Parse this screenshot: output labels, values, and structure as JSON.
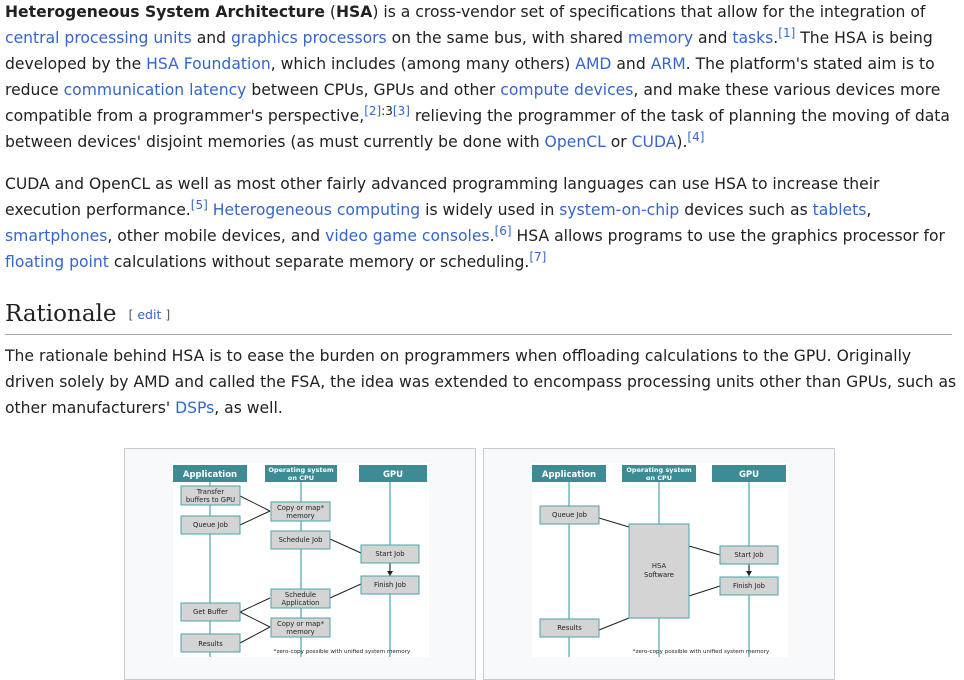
{
  "intro": {
    "p1": {
      "b1": "Heterogeneous System Architecture",
      "t1": " (",
      "b2": "HSA",
      "t2": ") is a cross-vendor set of specifications that allow for the integration of ",
      "l1": "central processing units",
      "t3": " and ",
      "l2": "graphics processors",
      "t4": " on the same bus, with shared ",
      "l3": "memory",
      "t5": " and ",
      "l4": "tasks",
      "t6": ".",
      "r1": "[1]",
      "t7": " The HSA is being developed by the ",
      "l5": "HSA Foundation",
      "t8": ", which includes (among many others) ",
      "l6": "AMD",
      "t9": " and ",
      "l7": "ARM",
      "t10": ". The platform's stated aim is to reduce ",
      "l8": "communication latency",
      "t11": " between CPUs, GPUs and other ",
      "l9": "compute devices",
      "t12": ", and make these various devices more compatible from a programmer's perspective,",
      "r2": "[2]",
      "r2b": ":3",
      "r3": "[3]",
      "t13": " relieving the programmer of the task of planning the moving of data between devices' disjoint memories (as must currently be done with ",
      "l10": "OpenCL",
      "t14": " or ",
      "l11": "CUDA",
      "t15": ").",
      "r4": "[4]"
    },
    "p2": {
      "t1": "CUDA and OpenCL as well as most other fairly advanced programming languages can use HSA to increase their execution performance.",
      "r5": "[5]",
      "t2": " ",
      "l1": "Heterogeneous computing",
      "t3": " is widely used in ",
      "l2": "system-on-chip",
      "t4": " devices such as ",
      "l3": "tablets",
      "t5": ", ",
      "l4": "smartphones",
      "t6": ", other mobile devices, and ",
      "l5": "video game consoles",
      "t7": ".",
      "r6": "[6]",
      "t8": " HSA allows programs to use the graphics processor for ",
      "l6": "floating point",
      "t9": " calculations without separate memory or scheduling.",
      "r7": "[7]"
    }
  },
  "rationale": {
    "heading": "Rationale",
    "edit_open": "[ ",
    "edit_label": "edit",
    "edit_close": " ]",
    "p": {
      "t1": "The rationale behind HSA is to ease the burden on programmers when offloading calculations to the GPU. Originally driven solely by AMD and called the FSA, the idea was extended to encompass processing units other than GPUs, such as other manufacturers' ",
      "l1": "DSPs",
      "t2": ", as well."
    }
  },
  "figures": {
    "col_app": "Application",
    "col_os1": "Operating system",
    "col_os2": "on CPU",
    "col_gpu": "GPU",
    "footnote": "*zero-copy possible with unified system memory",
    "left": {
      "transfer1": "Transfer",
      "transfer2": "buffers to GPU",
      "queue": "Queue Job",
      "copy1": "Copy or map*",
      "copy2": "memory",
      "schedule": "Schedule Job",
      "start": "Start Job",
      "finish": "Finish Job",
      "sched_app1": "Schedule",
      "sched_app2": "Application",
      "getbuf": "Get Buffer",
      "copyb1": "Copy or map*",
      "copyb2": "memory",
      "results": "Results"
    },
    "right": {
      "queue": "Queue Job",
      "hsa1": "HSA",
      "hsa2": "Software",
      "start": "Start Job",
      "finish": "Finish Job",
      "results": "Results"
    },
    "colors": {
      "header": "#3d8c95",
      "line": "#4aa3b0",
      "box": "#d4d4d4",
      "box_border": "#4aa3b0"
    }
  }
}
